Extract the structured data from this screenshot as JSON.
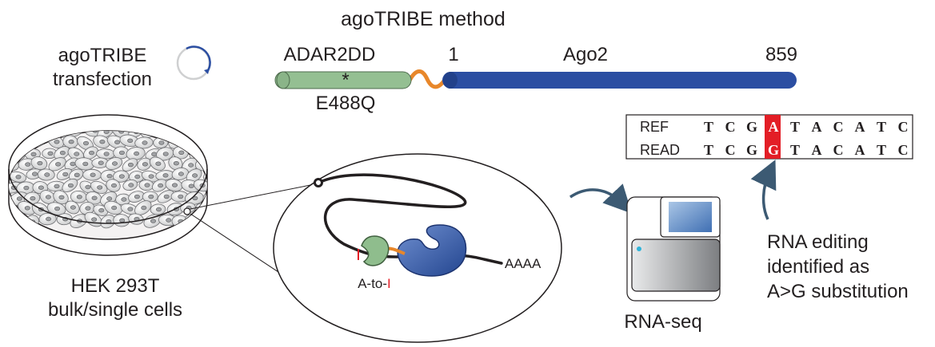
{
  "method_title": "agoTRIBE method",
  "transfection": {
    "line1": "agoTRIBE",
    "line2": "transfection"
  },
  "construct": {
    "adar_label": "ADAR2DD",
    "mutation_mark": "*",
    "mutation_label": "E488Q",
    "ago_start": "1",
    "ago_label": "Ago2",
    "ago_end": "859"
  },
  "cells": {
    "line1": "HEK 293T",
    "line2": "bulk/single cells"
  },
  "zoom": {
    "edit_prefix": "A-to-",
    "edit_suffix": "I",
    "polya": "AAAA"
  },
  "rnaseq_label": "RNA-seq",
  "alignment": {
    "ref_label": "REF",
    "read_label": "READ",
    "ref_seq": [
      "T",
      "C",
      "G",
      "A",
      "T",
      "A",
      "C",
      "A",
      "T",
      "C"
    ],
    "read_seq": [
      "T",
      "C",
      "G",
      "G",
      "T",
      "A",
      "C",
      "A",
      "T",
      "C"
    ],
    "highlight_index": 3
  },
  "result": {
    "line1": "RNA editing",
    "line2": "identified as",
    "line3": "A>G substitution"
  },
  "colors": {
    "adar_green": "#94bf92",
    "ago_blue": "#2b4ea2",
    "linker_orange": "#e8872a",
    "highlight_red": "#e31e26",
    "arrow_slate": "#3c5a73"
  }
}
